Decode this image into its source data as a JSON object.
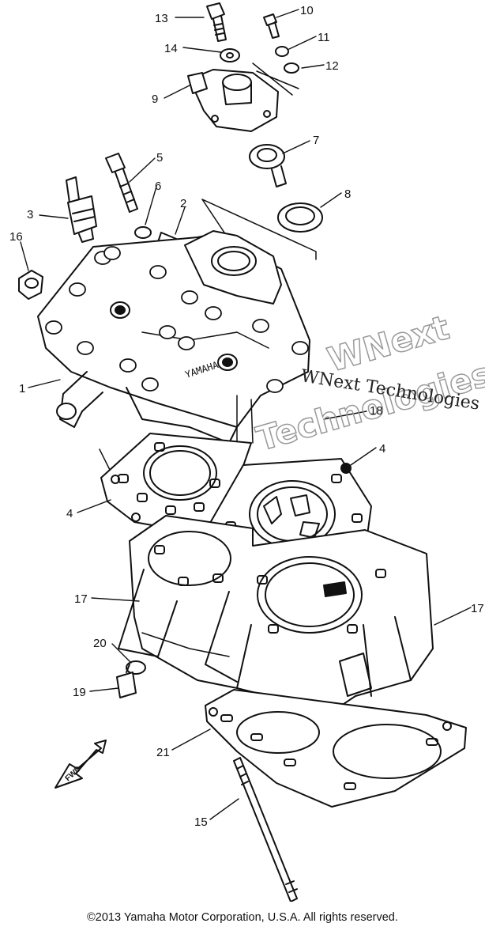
{
  "parts": [
    {
      "id": "p1",
      "label": "1"
    },
    {
      "id": "p2",
      "label": "2"
    },
    {
      "id": "p3",
      "label": "3"
    },
    {
      "id": "p4a",
      "label": "4"
    },
    {
      "id": "p4b",
      "label": "4"
    },
    {
      "id": "p5",
      "label": "5"
    },
    {
      "id": "p6",
      "label": "6"
    },
    {
      "id": "p7",
      "label": "7"
    },
    {
      "id": "p8",
      "label": "8"
    },
    {
      "id": "p9",
      "label": "9"
    },
    {
      "id": "p10",
      "label": "10"
    },
    {
      "id": "p11",
      "label": "11"
    },
    {
      "id": "p12",
      "label": "12"
    },
    {
      "id": "p13",
      "label": "13"
    },
    {
      "id": "p14",
      "label": "14"
    },
    {
      "id": "p15",
      "label": "15"
    },
    {
      "id": "p16",
      "label": "16"
    },
    {
      "id": "p17a",
      "label": "17"
    },
    {
      "id": "p17b",
      "label": "17"
    },
    {
      "id": "p18",
      "label": "18"
    },
    {
      "id": "p19",
      "label": "19"
    },
    {
      "id": "p20",
      "label": "20"
    },
    {
      "id": "p21",
      "label": "21"
    }
  ],
  "fwd_label": "FWD",
  "head_stamp": "YAMAHA",
  "watermark": {
    "line1": "WNext",
    "line2": "Technologies",
    "line3": "WNext Technologies"
  },
  "copyright": "©2013 Yamaha Motor Corporation, U.S.A. All rights reserved.",
  "colors": {
    "ink": "#111111",
    "watermark": "#9a9a9a",
    "background": "#ffffff"
  }
}
